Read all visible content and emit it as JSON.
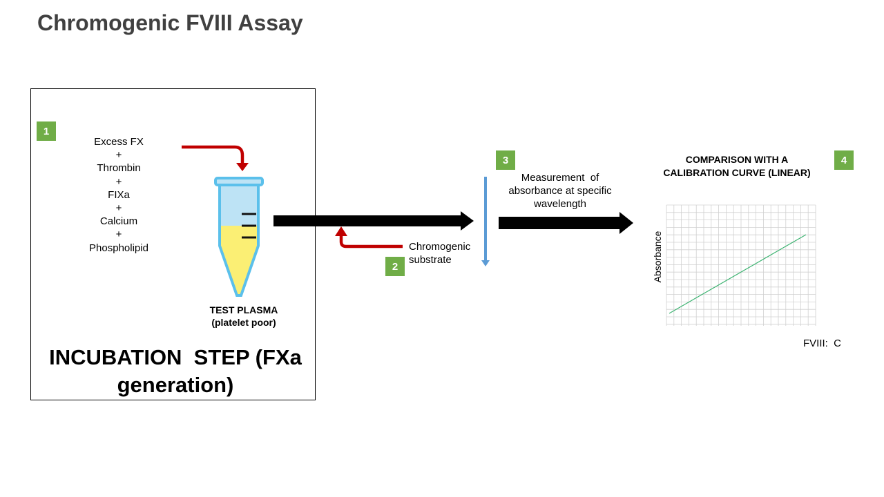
{
  "page": {
    "title": "Chromogenic FVIII Assay"
  },
  "step1": {
    "badge": "1",
    "reagents": [
      "Excess FX",
      "+",
      "Thrombin",
      "+",
      "FIXa",
      "+",
      "Calcium",
      "+",
      "Phospholipid"
    ],
    "tube_label_line1": "TEST PLASMA",
    "tube_label_line2": "(platelet poor)",
    "section_label_line1": "INCUBATION  STEP (FXa",
    "section_label_line2": "generation)"
  },
  "step2": {
    "badge": "2",
    "label_line1": "Chromogenic",
    "label_line2": "substrate"
  },
  "step3": {
    "badge": "3",
    "label_line1": "Measurement  of",
    "label_line2": "absorbance at specific",
    "label_line3": "wavelength"
  },
  "step4": {
    "badge": "4",
    "label_line1": "COMPARISON WITH A",
    "label_line2": "CALIBRATION CURVE (LINEAR)",
    "ylabel": "Absorbance",
    "xlabel": "FVIII:  C"
  },
  "colors": {
    "title": "#404040",
    "badge": "#70ad47",
    "red_arrow": "#c00000",
    "blue_line": "#5b9bd5",
    "tube_outline": "#5bc0eb",
    "tube_top": "#bde3f5",
    "tube_liquid": "#fbef74",
    "calibration_line": "#3cb371",
    "grid": "#d0d0d0"
  }
}
